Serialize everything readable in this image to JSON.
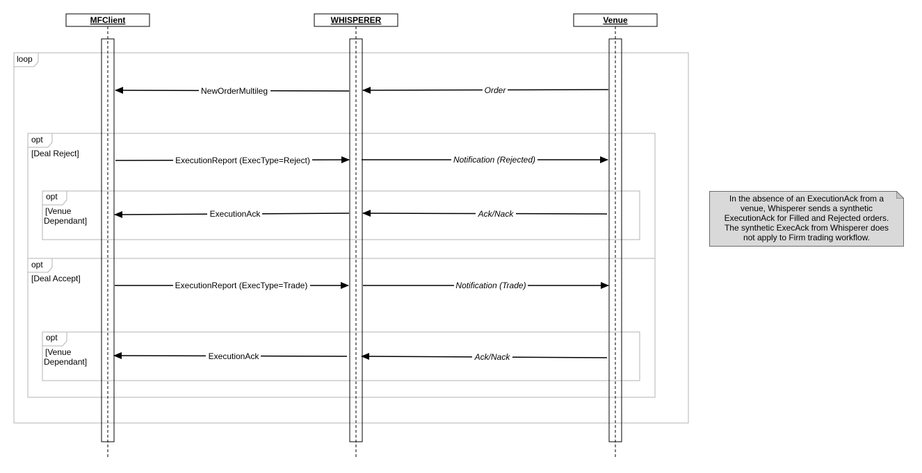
{
  "participants": [
    {
      "name": "MFClient"
    },
    {
      "name": "WHISPERER"
    },
    {
      "name": "Venue"
    }
  ],
  "fragments": {
    "loop": {
      "label": "loop"
    },
    "opt_reject": {
      "label": "opt",
      "guard": "[Deal Reject]"
    },
    "opt_reject_venue": {
      "label": "opt",
      "guard_line1": "[Venue",
      "guard_line2": "Dependant]"
    },
    "opt_accept": {
      "label": "opt",
      "guard": "[Deal Accept]"
    },
    "opt_accept_venue": {
      "label": "opt",
      "guard_line1": "[Venue",
      "guard_line2": "Dependant]"
    }
  },
  "messages": [
    {
      "id": "order",
      "label": "Order",
      "from": "Venue",
      "to": "WHISPERER",
      "italic": true
    },
    {
      "id": "new_order_multileg",
      "label": "NewOrderMultileg",
      "from": "WHISPERER",
      "to": "MFClient",
      "italic": false
    },
    {
      "id": "exec_report_reject",
      "label": "ExecutionReport (ExecType=Reject)",
      "from": "MFClient",
      "to": "WHISPERER",
      "italic": false
    },
    {
      "id": "notification_rejected",
      "label": "Notification (Rejected)",
      "from": "WHISPERER",
      "to": "Venue",
      "italic": true
    },
    {
      "id": "ack_nack_1",
      "label": "Ack/Nack",
      "from": "Venue",
      "to": "WHISPERER",
      "italic": true
    },
    {
      "id": "execution_ack_1",
      "label": "ExecutionAck",
      "from": "WHISPERER",
      "to": "MFClient",
      "italic": false
    },
    {
      "id": "exec_report_trade",
      "label": "ExecutionReport (ExecType=Trade)",
      "from": "MFClient",
      "to": "WHISPERER",
      "italic": false
    },
    {
      "id": "notification_trade",
      "label": "Notification (Trade)",
      "from": "WHISPERER",
      "to": "Venue",
      "italic": true
    },
    {
      "id": "ack_nack_2",
      "label": "Ack/Nack",
      "from": "Venue",
      "to": "WHISPERER",
      "italic": true
    },
    {
      "id": "execution_ack_2",
      "label": "ExecutionAck",
      "from": "WHISPERER",
      "to": "MFClient",
      "italic": false
    }
  ],
  "note": {
    "text": "In the absence of an ExecutionAck from a venue, Whisperer sends a synthetic ExecutionAck for Filled and Rejected orders. The synthetic ExecAck from Whisperer does not apply to Firm trading workflow."
  },
  "colors": {
    "line": "#000000",
    "frame": "#b3b3b3",
    "note_fill": "#d9d9d9",
    "note_border": "#6b6b6b"
  }
}
